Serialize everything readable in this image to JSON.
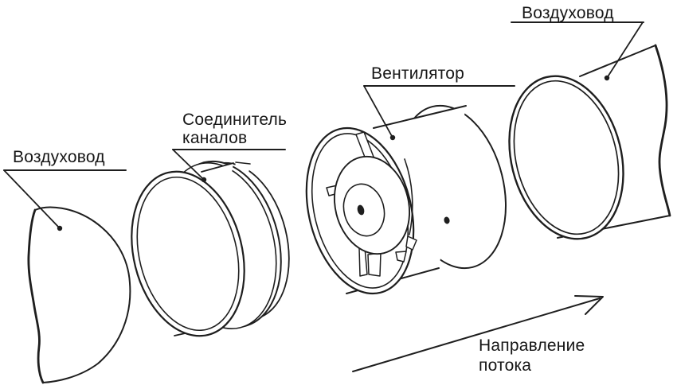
{
  "diagram": {
    "colors": {
      "line": "#1e1e1e",
      "background": "#ffffff"
    },
    "labels": {
      "left_duct": "Воздуховод",
      "connector": "Соединитель каналов",
      "fan": "Вентилятор",
      "right_duct": "Воздуховод",
      "flow_direction": "Направление потока"
    }
  }
}
